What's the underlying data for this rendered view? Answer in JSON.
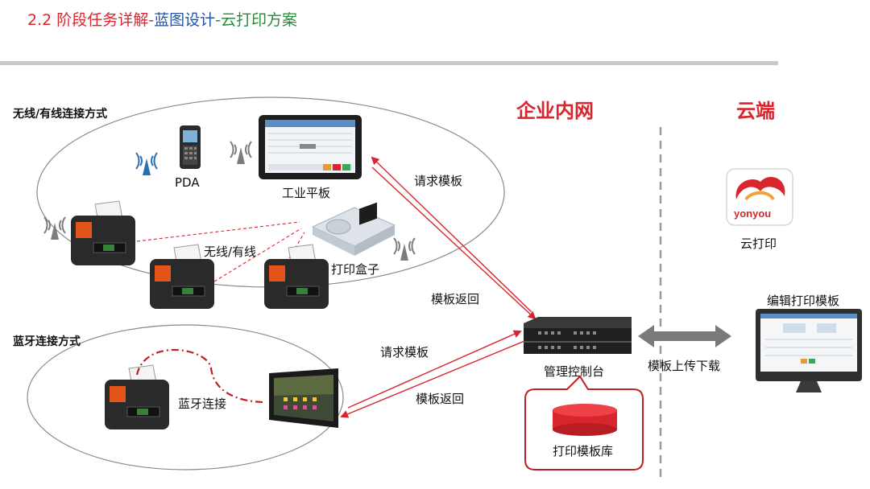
{
  "header": {
    "title_part1": "2.2 阶段任务详解-",
    "title_part2": "蓝图设计",
    "title_part3": "-",
    "title_part4": "云打印方案"
  },
  "zones": {
    "intranet": "企业内网",
    "cloud": "云端"
  },
  "groups": {
    "wireless_wired": "无线/有线连接方式",
    "bluetooth": "蓝牙连接方式"
  },
  "labels": {
    "pda": "PDA",
    "tablet": "工业平板",
    "wireless_wired_link": "无线/有线",
    "print_box": "打印盒子",
    "bluetooth_link": "蓝牙连接",
    "request_template_1": "请求模板",
    "template_return_1": "模板返回",
    "request_template_2": "请求模板",
    "template_return_2": "模板返回",
    "console": "管理控制台",
    "template_db": "打印模板库",
    "upload_download": "模板上传下载",
    "cloud_print": "云打印",
    "yonyou_logo": "yonyou",
    "edit_template": "编辑打印模板"
  },
  "colors": {
    "red": "#d9262e",
    "blue": "#2255a4",
    "green": "#2a8a3a",
    "gray_arrow": "#7a7a7a"
  }
}
